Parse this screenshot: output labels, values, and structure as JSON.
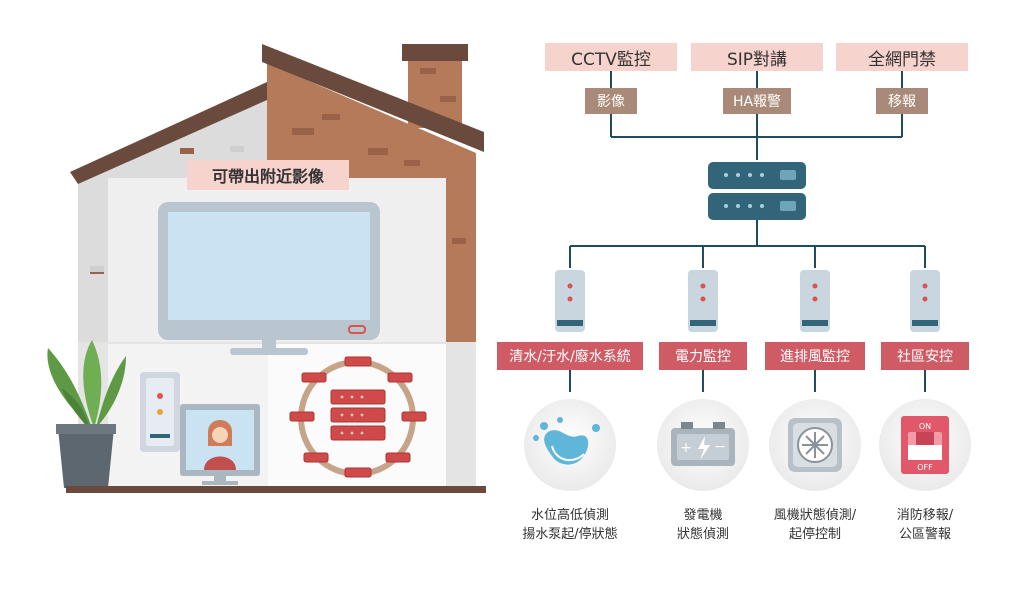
{
  "house": {
    "caption": "可帶出附近影像"
  },
  "top_systems": [
    {
      "label": "CCTV監控",
      "sub": "影像"
    },
    {
      "label": "SIP對講",
      "sub": "HA報警"
    },
    {
      "label": "全網門禁",
      "sub": "移報"
    }
  ],
  "sub_systems": [
    {
      "label": "清水/汙水/廢水系統",
      "desc": "水位高低偵測\n揚水泵起/停狀態",
      "icon": "water-splash-icon"
    },
    {
      "label": "電力監控",
      "desc": "發電機\n狀態偵測",
      "icon": "battery-icon"
    },
    {
      "label": "進排風監控",
      "desc": "風機狀態偵測/\n起停控制",
      "icon": "fan-icon"
    },
    {
      "label": "社區安控",
      "desc": "消防移報/\n公區警報",
      "icon": "switch-icon"
    }
  ],
  "switch_icon_text": {
    "on": "ON",
    "off": "OFF"
  },
  "colors": {
    "roof": "#6b4a3e",
    "brick_wall": "#b57a5a",
    "top_label_bg": "#f6d3cd",
    "sub_label_bg": "#a98a78",
    "mid_label_bg": "#cf5b65",
    "server": "#33657a",
    "line": "#1f4c60",
    "accent_red": "#d9534f"
  }
}
